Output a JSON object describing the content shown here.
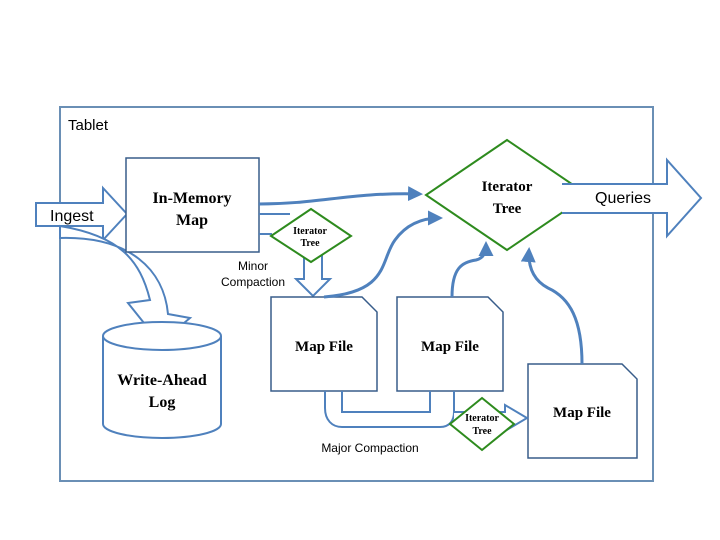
{
  "diagram": {
    "tablet_label": "Tablet",
    "ingest_label": "Ingest",
    "queries_label": "Queries",
    "in_memory_map": {
      "line1": "In-Memory",
      "line2": "Map"
    },
    "write_ahead_log": {
      "line1": "Write-Ahead",
      "line2": "Log"
    },
    "iterator_tree_main": {
      "line1": "Iterator",
      "line2": "Tree"
    },
    "iterator_tree_minor": {
      "line1": "Iterator",
      "line2": "Tree"
    },
    "iterator_tree_major": {
      "line1": "Iterator",
      "line2": "Tree"
    },
    "minor_compaction": {
      "line1": "Minor",
      "line2": "Compaction"
    },
    "major_compaction_label": "Major Compaction",
    "map_files": [
      "Map File",
      "Map File",
      "Map File"
    ],
    "colors": {
      "frame": "#6a8fb5",
      "arrow": "#4f81bd",
      "box_stroke": "#385d8a",
      "diamond_stroke": "#2e8b1e",
      "fill": "#ffffff",
      "text": "#000000"
    }
  }
}
